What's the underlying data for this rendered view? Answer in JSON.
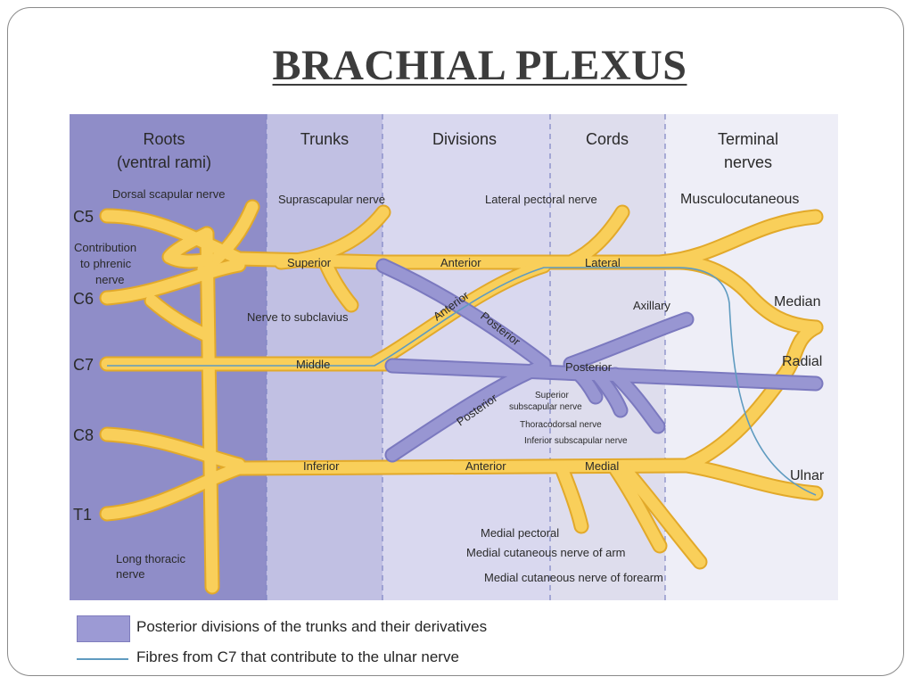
{
  "title": "BRACHIAL PLEXUS",
  "columns": {
    "roots": "Roots",
    "roots_sub": "(ventral rami)",
    "trunks": "Trunks",
    "divisions": "Divisions",
    "cords": "Cords",
    "terminal": "Terminal",
    "terminal_sub": "nerves"
  },
  "roots": [
    "C5",
    "C6",
    "C7",
    "C8",
    "T1"
  ],
  "trunks": {
    "superior": "Superior",
    "middle": "Middle",
    "inferior": "Inferior"
  },
  "divisions": {
    "anterior_superior": "Anterior",
    "anterior_inferior": "Anterior",
    "anterior_middle": "Anterior",
    "posterior_superior": "Posterior",
    "posterior_inferior": "Posterior"
  },
  "cords": {
    "lateral": "Lateral",
    "posterior": "Posterior",
    "medial": "Medial"
  },
  "terminal_nerves": {
    "musculocutaneous": "Musculocutaneous",
    "median": "Median",
    "radial": "Radial",
    "ulnar": "Ulnar",
    "axillary": "Axillary"
  },
  "branches": {
    "dorsal_scapular": "Dorsal scapular nerve",
    "suprascapular": "Suprascapular nerve",
    "lateral_pectoral": "Lateral pectoral nerve",
    "phrenic_1": "Contribution",
    "phrenic_2": "to phrenic",
    "phrenic_3": "nerve",
    "subclavius": "Nerve to subclavius",
    "superior_subscapular_1": "Superior",
    "superior_subscapular_2": "subscapular nerve",
    "thoracodorsal": "Thoracodorsal nerve",
    "inferior_subscapular": "Inferior subscapular nerve",
    "medial_pectoral": "Medial pectoral",
    "medial_cutaneous_arm": "Medial cutaneous nerve of arm",
    "medial_cutaneous_forearm": "Medial cutaneous nerve of forearm",
    "long_thoracic_1": "Long thoracic",
    "long_thoracic_2": "nerve"
  },
  "legend": {
    "posterior": "Posterior divisions of the trunks and their derivatives",
    "c7_fibres": "Fibres from C7 that contribute to the ulnar nerve"
  },
  "colors": {
    "nerve_fill": "#f9cf5a",
    "nerve_outline": "#e2a92a",
    "posterior_fill": "#9896d2",
    "c7_fibre_line": "#5f9bc0",
    "roots_band": "#8f8dc8",
    "trunks_band": "#c1c0e3",
    "divisions_band": "#d9d8ef",
    "cords_band": "#dedded",
    "terminal_band": "#eeeef7"
  }
}
